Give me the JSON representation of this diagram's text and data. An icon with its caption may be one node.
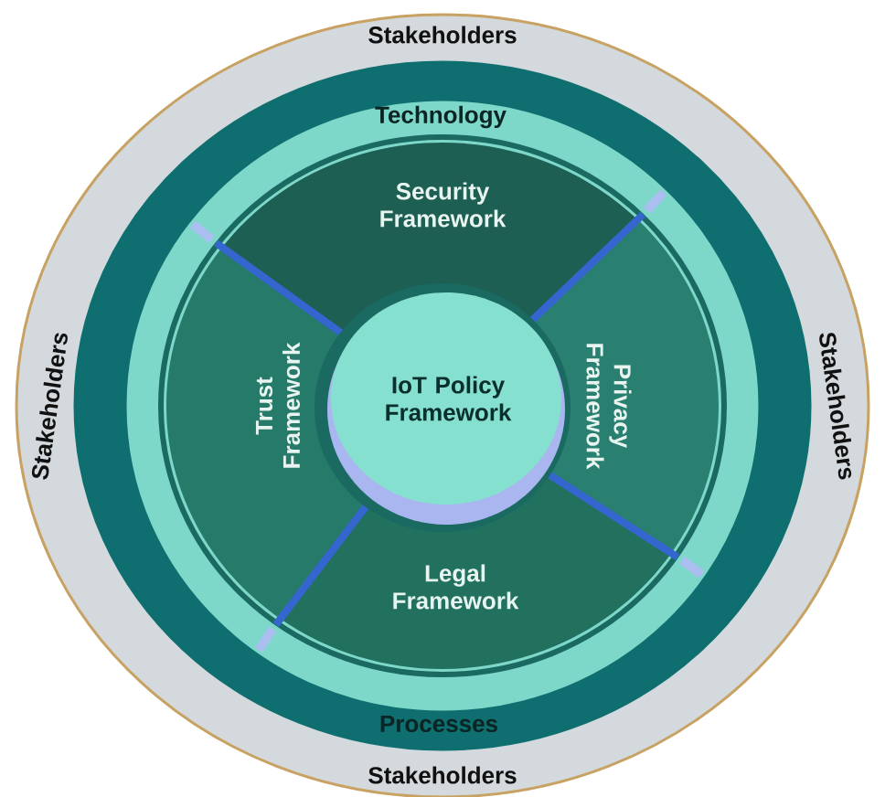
{
  "diagram": {
    "nodes": [
      {
        "text": [
          "Stakeholders",
          "Stakeholders",
          "Stakeholders",
          "Stakeholders"
        ]
      },
      {
        "text": [
          "Processes"
        ],
        "in": 0
      },
      {
        "text": [
          "Technology"
        ],
        "in": 1
      },
      {
        "text": [
          "Security Framework"
        ],
        "in": 2
      },
      {
        "text": [
          "Trust Framework"
        ],
        "in": 2
      },
      {
        "text": [
          "Privacy Framework"
        ],
        "in": 2
      },
      {
        "text": [
          "Legal Framework"
        ],
        "in": 2
      },
      {
        "text": [
          "IoT Policy Framework"
        ],
        "in": 2
      }
    ]
  }
}
